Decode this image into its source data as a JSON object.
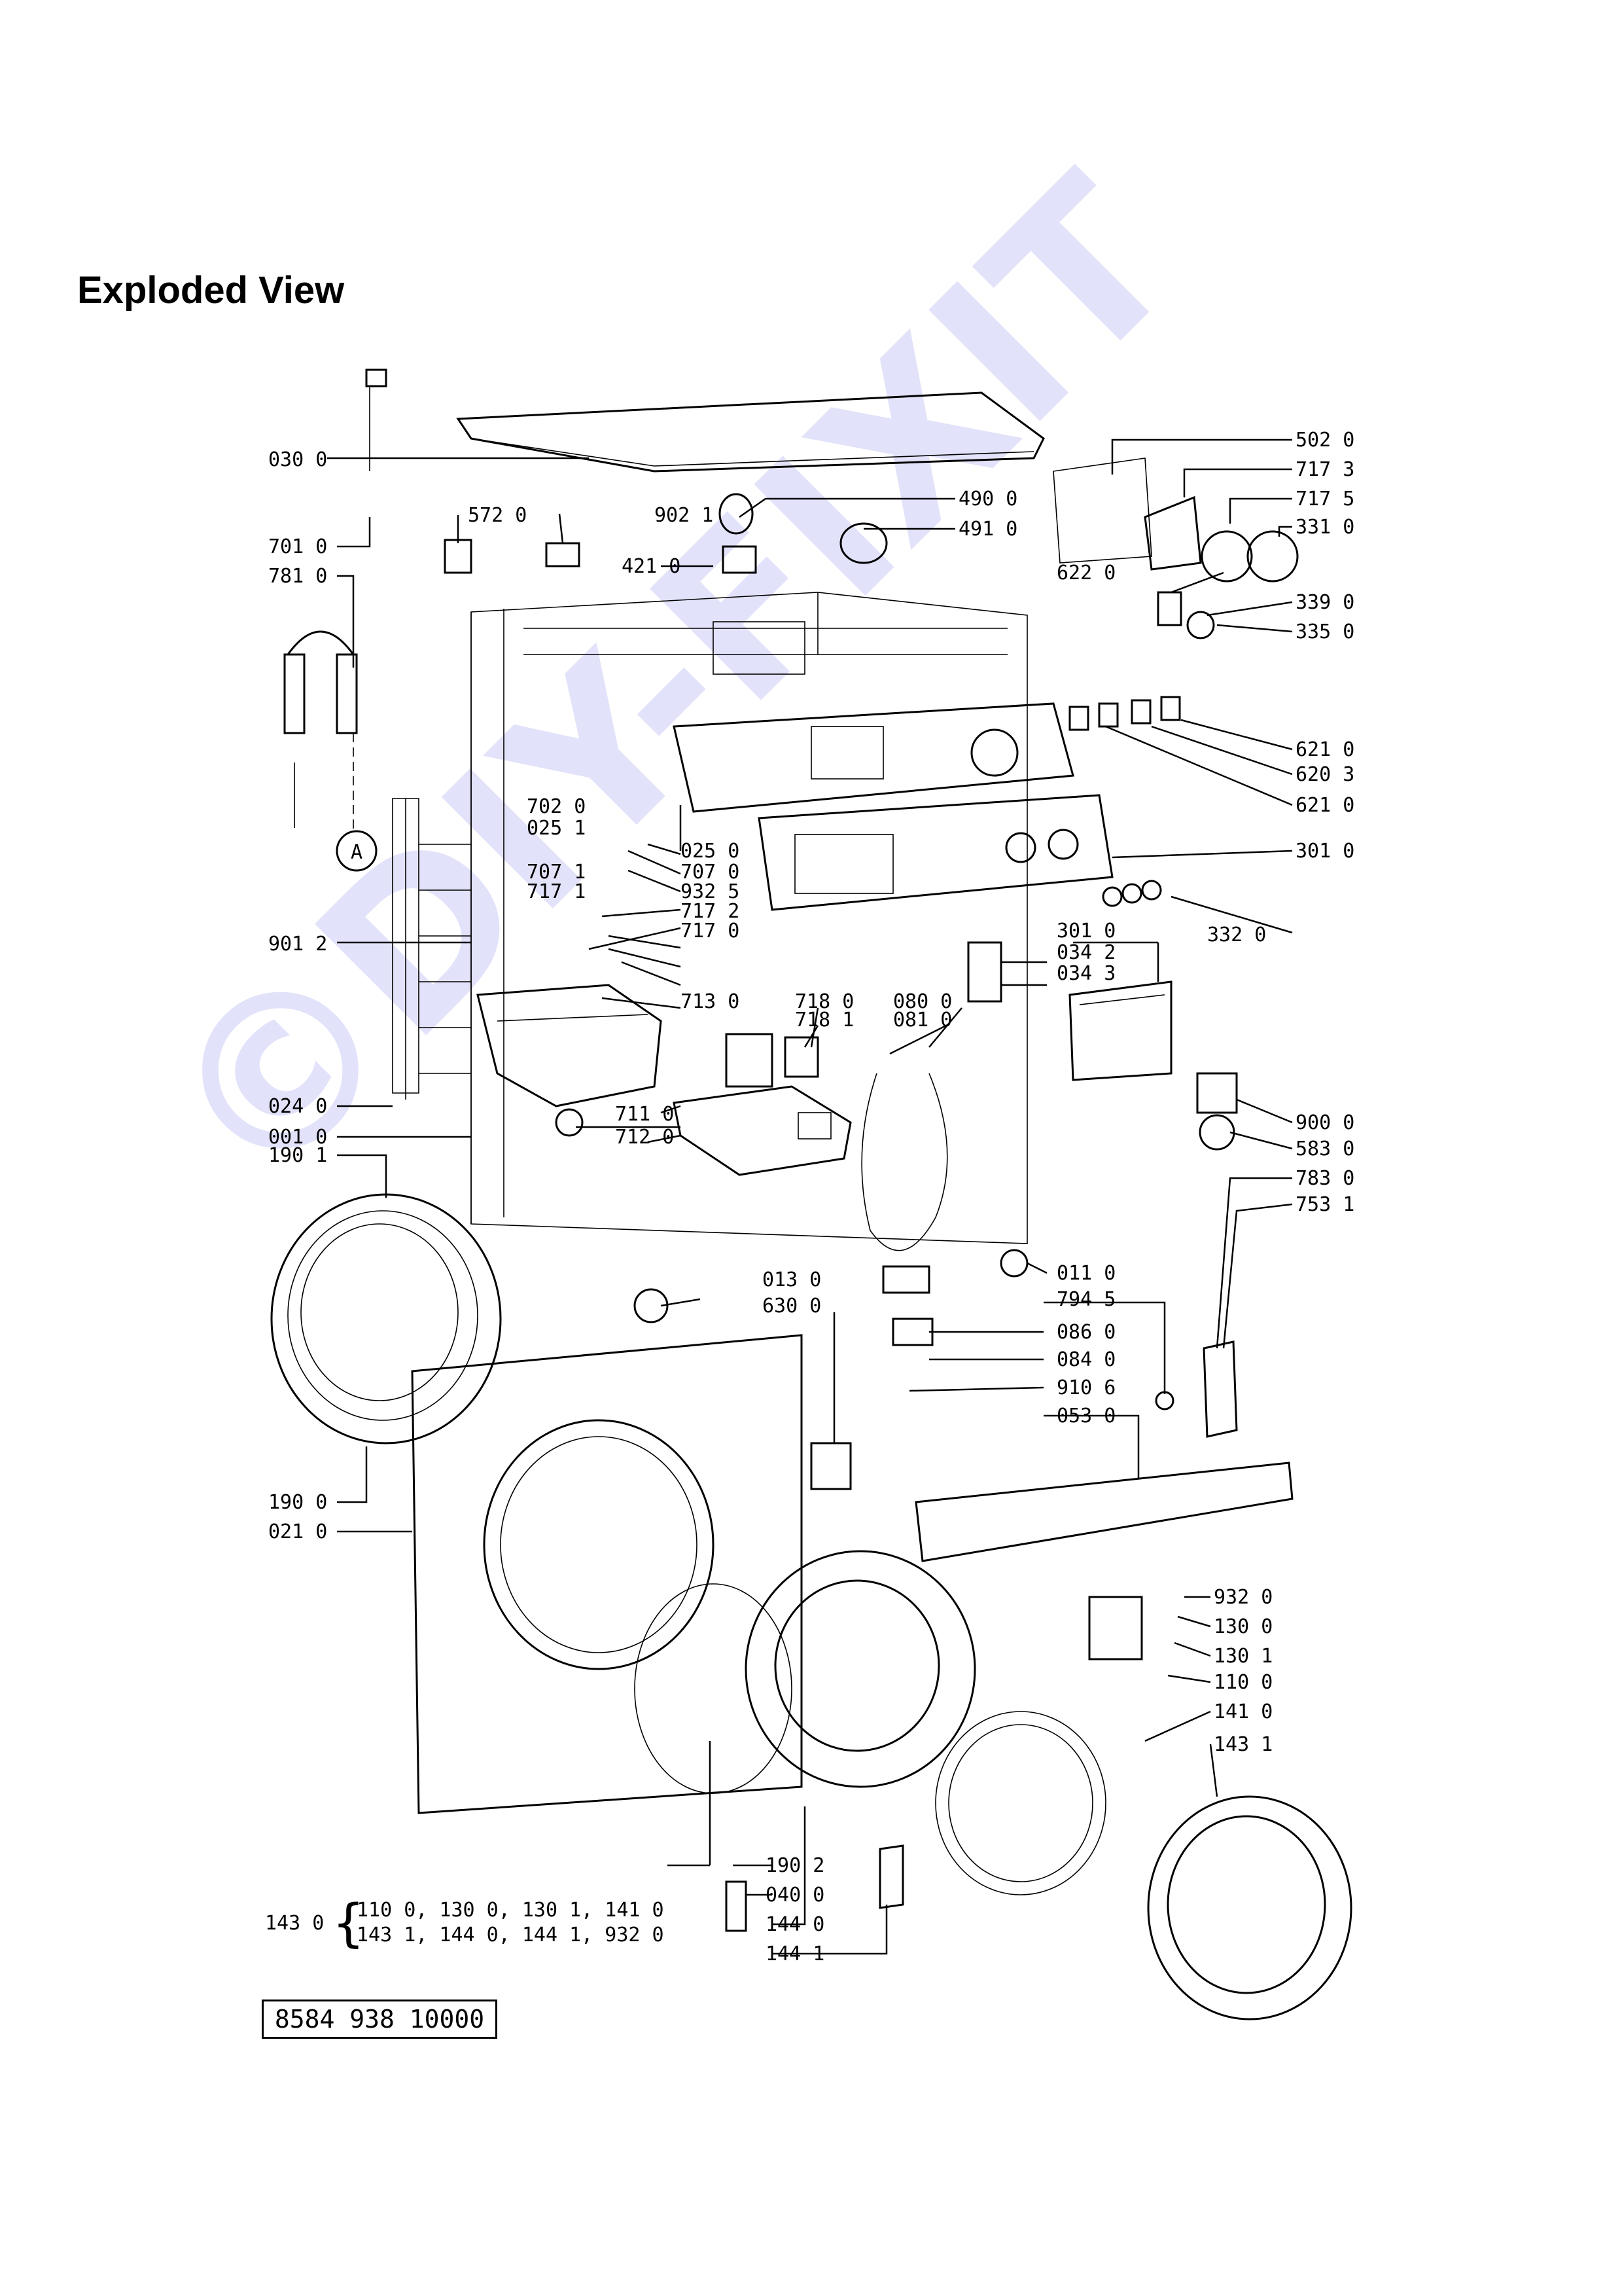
{
  "page": {
    "title": "Exploded View",
    "watermark": "©DIY-FIXIT"
  },
  "diagram": {
    "part_labels": [
      "030 0",
      "701 0",
      "781 0",
      "572 0",
      "902 1",
      "421 0",
      "490 0",
      "491 0",
      "502 0",
      "717 3",
      "717 5",
      "331 0",
      "622 0",
      "339 0",
      "335 0",
      "621 0",
      "620 3",
      "621 0",
      "301 0",
      "702 0",
      "025 1",
      "025 0",
      "707 1",
      "707 0",
      "717 1",
      "932 5",
      "901 2",
      "717 2",
      "717 0",
      "301 0",
      "034 2",
      "332 0",
      "034 3",
      "713 0",
      "718 0",
      "718 1",
      "080 0",
      "081 0",
      "024 0",
      "711 0",
      "001 0",
      "712 0",
      "190 1",
      "900 0",
      "583 0",
      "783 0",
      "753 1",
      "011 0",
      "013 0",
      "630 0",
      "794 5",
      "086 0",
      "084 0",
      "910 6",
      "053 0",
      "190 0",
      "021 0",
      "932 0",
      "130 0",
      "130 1",
      "110 0",
      "141 0",
      "143 1",
      "190 2",
      "040 0",
      "144 0",
      "144 1"
    ],
    "callout_A": "A",
    "group_label": "143 0",
    "group_row1": "110 0, 130 0, 130 1, 141 0",
    "group_row2": "143 1, 144 0, 144 1, 932 0",
    "drawing_code": "8584 938 10000"
  }
}
